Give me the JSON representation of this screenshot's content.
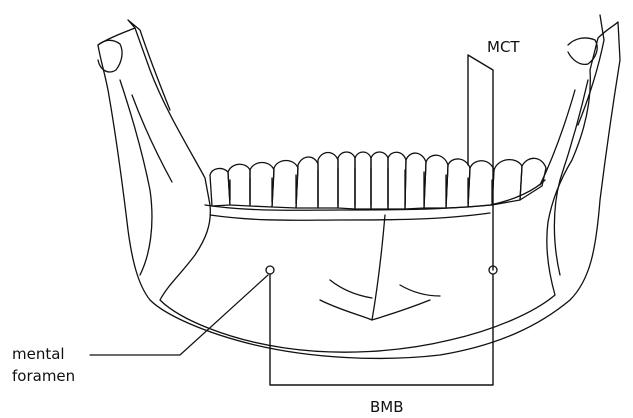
{
  "labels": {
    "mct": "MCT",
    "mental": "mental",
    "foramen": "foramen",
    "bmb": "BMB"
  },
  "colors": {
    "line": "#111111",
    "background": "#ffffff"
  }
}
